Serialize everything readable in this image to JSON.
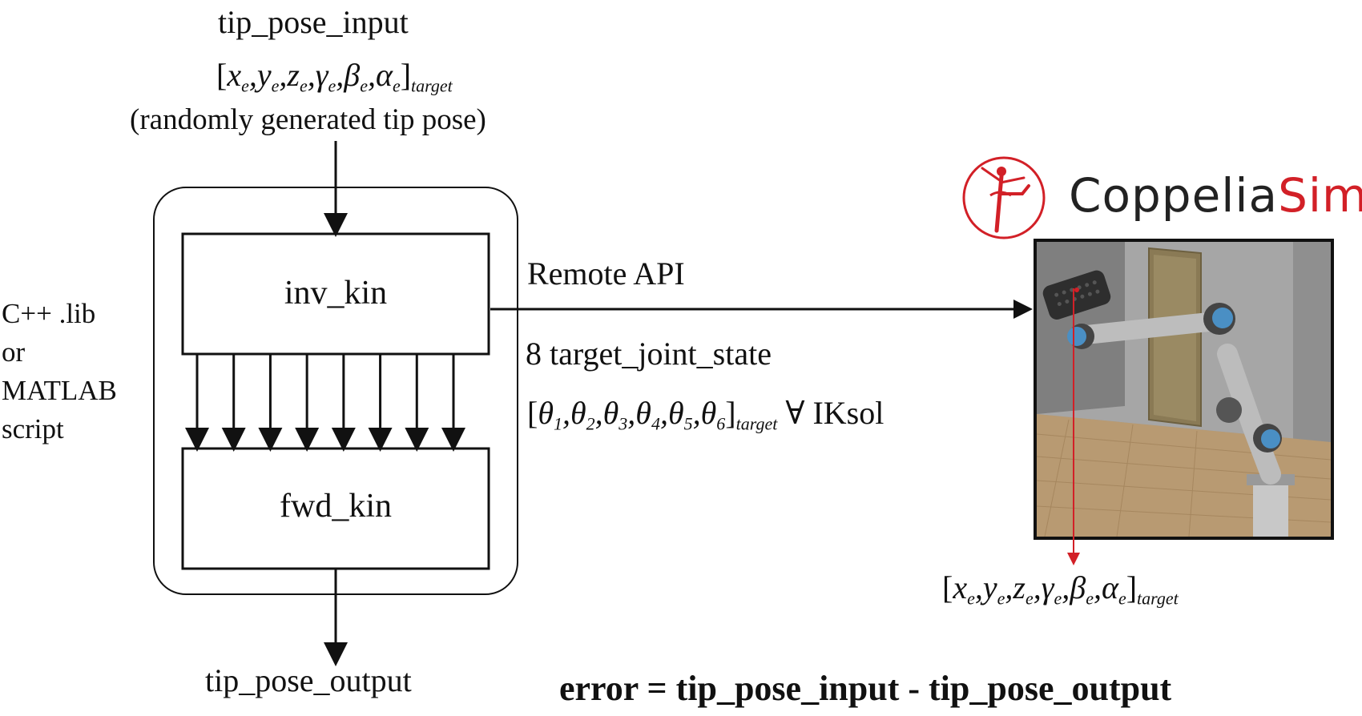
{
  "input": {
    "label": "tip_pose_input",
    "vector": {
      "open": "[",
      "close": "]",
      "terms": [
        {
          "sym": "x",
          "sub": "e",
          "sep": ","
        },
        {
          "sym": "y",
          "sub": "e",
          "sep": ","
        },
        {
          "sym": "z",
          "sub": "e",
          "sep": ","
        },
        {
          "sym": "γ",
          "sub": "e",
          "sep": ","
        },
        {
          "sym": "β",
          "sub": "e",
          "sep": ","
        },
        {
          "sym": "α",
          "sub": "e",
          "sep": ""
        }
      ],
      "suffix": "target"
    },
    "note": "(randomly generated tip pose)"
  },
  "blocks": {
    "inv_kin": "inv_kin",
    "fwd_kin": "fwd_kin",
    "arrow_count": 8
  },
  "side_label": {
    "lines": [
      "C++ .lib",
      "or",
      "MATLAB",
      "script"
    ]
  },
  "link": {
    "label": "Remote API",
    "joint_state_label": "8 target_joint_state",
    "theta_vector": {
      "open": "[",
      "close": "]",
      "terms": [
        {
          "sym": "θ",
          "sub": "1",
          "sep": ","
        },
        {
          "sym": "θ",
          "sub": "2",
          "sep": ","
        },
        {
          "sym": "θ",
          "sub": "3",
          "sep": ","
        },
        {
          "sym": "θ",
          "sub": "4",
          "sep": ","
        },
        {
          "sym": "θ",
          "sub": "5",
          "sep": ","
        },
        {
          "sym": "θ",
          "sub": "6",
          "sep": ""
        }
      ],
      "suffix": "target",
      "quantifier": "∀",
      "quantifier_text": "IKsol"
    }
  },
  "sim": {
    "logo_part1": "Coppelia",
    "logo_part2": "Sim",
    "logo_color": "#d22027",
    "output_vector": {
      "open": "[",
      "close": "]",
      "terms": [
        {
          "sym": "x",
          "sub": "e",
          "sep": ","
        },
        {
          "sym": "y",
          "sub": "e",
          "sep": ","
        },
        {
          "sym": "z",
          "sub": "e",
          "sep": ","
        },
        {
          "sym": "γ",
          "sub": "e",
          "sep": ","
        },
        {
          "sym": "β",
          "sub": "e",
          "sep": ","
        },
        {
          "sym": "α",
          "sub": "e",
          "sep": ""
        }
      ],
      "suffix": "target"
    }
  },
  "output": {
    "label": "tip_pose_output"
  },
  "error_equation": "error = tip_pose_input - tip_pose_output",
  "colors": {
    "accent_red": "#d22027",
    "ink": "#111111",
    "robot_blue": "#4a8fc4"
  }
}
